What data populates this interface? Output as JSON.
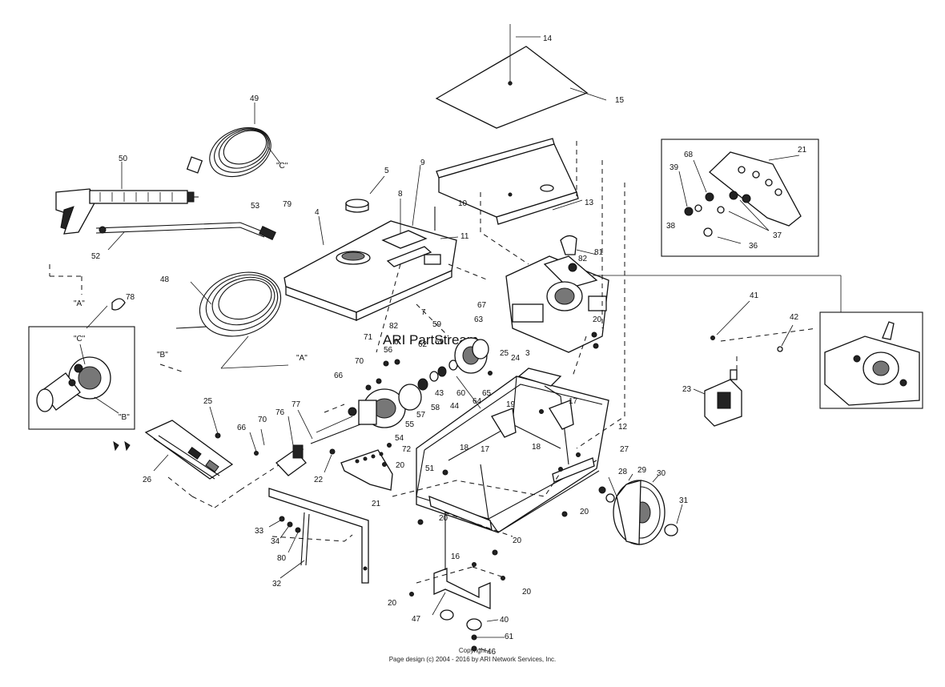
{
  "watermark": "ARI PartStream",
  "footer": {
    "copyright": "Copyright",
    "page_design": "Page design (c) 2004 - 2016 by ARI Network Services, Inc."
  },
  "connectors": {
    "A": "\"A\"",
    "B": "\"B\"",
    "C": "\"C\""
  },
  "callouts": [
    "14",
    "15",
    "49",
    "50",
    "5",
    "9",
    "8",
    "10",
    "13",
    "4",
    "53",
    "79",
    "11",
    "81",
    "82",
    "52",
    "48",
    "78",
    "7",
    "71",
    "6",
    "70",
    "66",
    "25",
    "26",
    "77",
    "76",
    "70",
    "66",
    "22",
    "33",
    "34",
    "80",
    "32",
    "21",
    "20",
    "51",
    "72",
    "54",
    "55",
    "57",
    "58",
    "44",
    "60",
    "43",
    "69",
    "59",
    "62",
    "56",
    "63",
    "67",
    "65",
    "64",
    "25",
    "24",
    "3",
    "19",
    "17",
    "18",
    "17",
    "18",
    "12",
    "27",
    "28",
    "29",
    "30",
    "31",
    "20",
    "20",
    "20",
    "16",
    "47",
    "40",
    "61",
    "46",
    "20",
    "20",
    "23",
    "41",
    "42",
    "68",
    "39",
    "38",
    "36",
    "37",
    "21"
  ]
}
